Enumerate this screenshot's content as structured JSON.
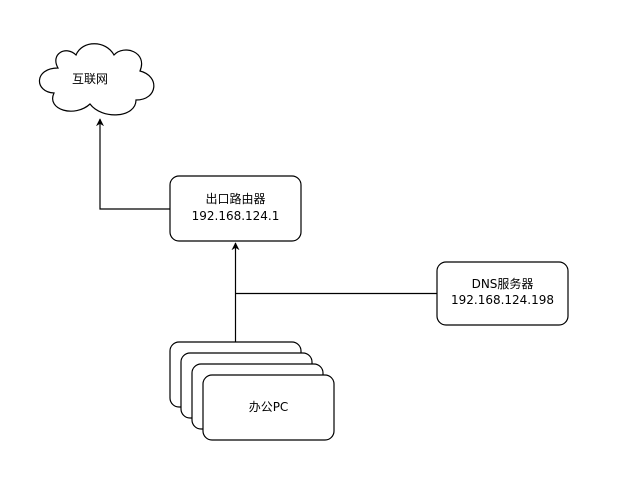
{
  "nodes": {
    "internet": {
      "label": "互联网"
    },
    "router": {
      "label": "出口路由器",
      "ip": "192.168.124.1"
    },
    "dns": {
      "label": "DNS服务器",
      "ip": "192.168.124.198"
    },
    "office_pc": {
      "label": "办公PC"
    }
  },
  "colors": {
    "stroke": "#000000",
    "fill": "#ffffff",
    "text": "#000000"
  }
}
